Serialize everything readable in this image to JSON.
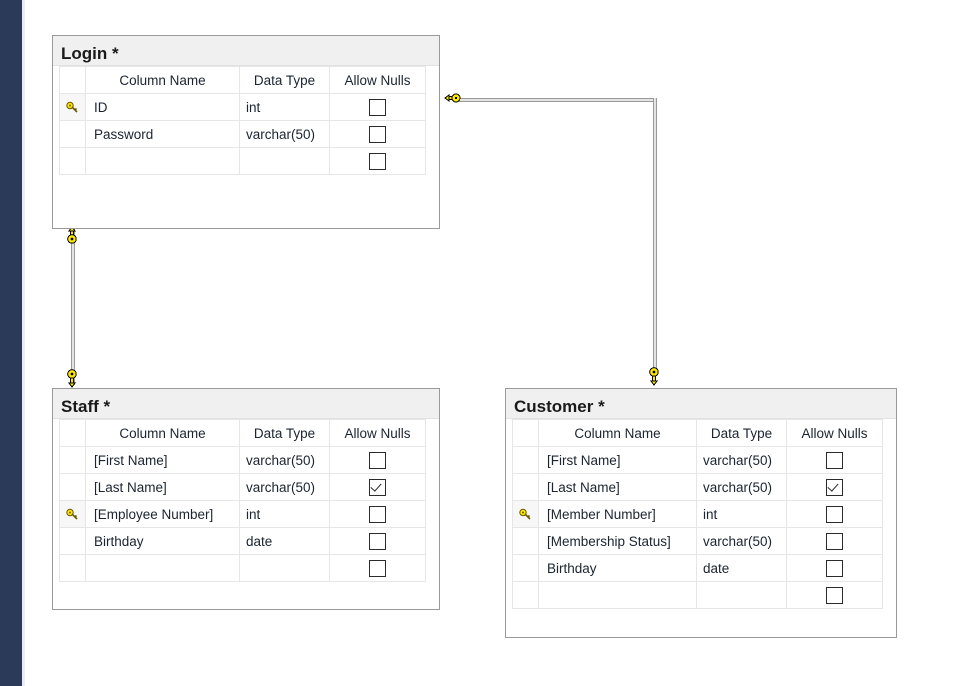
{
  "page": {
    "background": "#ffffff",
    "rail_color": "#2b3a58"
  },
  "grid_headers": {
    "key": "",
    "column_name": "Column Name",
    "data_type": "Data Type",
    "allow_nulls": "Allow Nulls"
  },
  "tables": [
    {
      "id": "login",
      "title": "Login *",
      "rows": [
        {
          "key": true,
          "name": "ID",
          "type": "int",
          "allow_nulls": false
        },
        {
          "key": false,
          "name": "Password",
          "type": "varchar(50)",
          "allow_nulls": false
        },
        {
          "key": false,
          "name": "",
          "type": "",
          "allow_nulls": false
        }
      ]
    },
    {
      "id": "staff",
      "title": "Staff *",
      "rows": [
        {
          "key": false,
          "name": "[First Name]",
          "type": "varchar(50)",
          "allow_nulls": false
        },
        {
          "key": false,
          "name": "[Last Name]",
          "type": "varchar(50)",
          "allow_nulls": true
        },
        {
          "key": true,
          "name": "[Employee Number]",
          "type": "int",
          "allow_nulls": false
        },
        {
          "key": false,
          "name": "Birthday",
          "type": "date",
          "allow_nulls": false
        },
        {
          "key": false,
          "name": "",
          "type": "",
          "allow_nulls": false
        }
      ]
    },
    {
      "id": "customer",
      "title": "Customer *",
      "rows": [
        {
          "key": false,
          "name": "[First Name]",
          "type": "varchar(50)",
          "allow_nulls": false
        },
        {
          "key": false,
          "name": "[Last Name]",
          "type": "varchar(50)",
          "allow_nulls": true
        },
        {
          "key": true,
          "name": "[Member Number]",
          "type": "int",
          "allow_nulls": false
        },
        {
          "key": false,
          "name": "[Membership Status]",
          "type": "varchar(50)",
          "allow_nulls": false
        },
        {
          "key": false,
          "name": "Birthday",
          "type": "date",
          "allow_nulls": false
        },
        {
          "key": false,
          "name": "",
          "type": "",
          "allow_nulls": false
        }
      ]
    }
  ],
  "relationships": [
    {
      "id": "login-customer",
      "from": "login",
      "to": "customer",
      "from_icon": "key-icon",
      "to_icon": "key-icon"
    },
    {
      "id": "login-staff",
      "from": "login",
      "to": "staff",
      "from_icon": "key-icon",
      "to_icon": "key-icon"
    }
  ],
  "icons": {
    "key": "key-icon",
    "checkbox_unchecked": "checkbox-unchecked-icon",
    "checkbox_checked": "checkbox-checked-icon"
  },
  "colors": {
    "key_fill": "#ffe800",
    "key_stroke": "#000000",
    "title_bar": "#f0f0f0",
    "border": "#9a9a9a",
    "grid_line": "#e6e6e6",
    "rail": "#2b3a58"
  }
}
